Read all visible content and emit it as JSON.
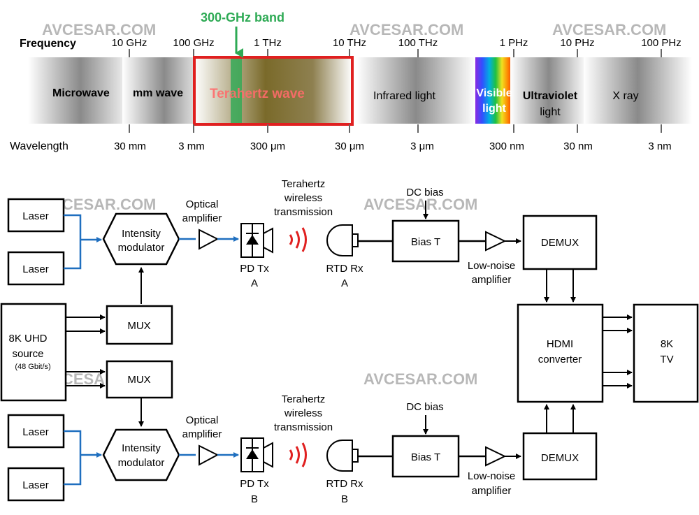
{
  "watermark": "AVCESAR.COM",
  "spectrum": {
    "frequency_label": "Frequency",
    "wavelength_label": "Wavelength",
    "frequency_ticks": [
      "10 GHz",
      "100 GHz",
      "1 THz",
      "10 THz",
      "100 THz",
      "1 PHz",
      "10 PHz",
      "100 PHz"
    ],
    "wavelength_ticks": [
      "30 mm",
      "3 mm",
      "300 μm",
      "30 μm",
      "3 μm",
      "300 nm",
      "30 nm",
      "3 nm"
    ],
    "bands": {
      "microwave": "Microwave",
      "mm_wave": "mm wave",
      "terahertz": "Terahertz wave",
      "infrared": "Infrared light",
      "visible": [
        "Visible",
        "light"
      ],
      "ultraviolet": [
        "Ultraviolet",
        "light"
      ],
      "xray": "X ray"
    },
    "highlight_label": "300-GHz band",
    "colors": {
      "highlight_frame": "#e02020",
      "band_300ghz": "#2eaa55",
      "terahertz_fill": "#7a6a2a"
    }
  },
  "system": {
    "laser": "Laser",
    "intensity_modulator": [
      "Intensity",
      "modulator"
    ],
    "optical_amplifier": [
      "Optical",
      "amplifier"
    ],
    "thz_transmission": [
      "Terahertz",
      "wireless",
      "transmission"
    ],
    "mux": "MUX",
    "source": [
      "8K UHD",
      "source",
      "(48 Gbit/s)"
    ],
    "dc_bias": "DC bias",
    "bias_t": "Bias T",
    "lna": [
      "Low-noise",
      "amplifier"
    ],
    "demux": "DEMUX",
    "hdmi": [
      "HDMI",
      "converter"
    ],
    "tv": [
      "8K",
      "TV"
    ],
    "chain_a": {
      "pd": [
        "PD Tx",
        "A"
      ],
      "rtd": [
        "RTD Rx",
        "A"
      ]
    },
    "chain_b": {
      "pd": [
        "PD Tx",
        "B"
      ],
      "rtd": [
        "RTD Rx",
        "B"
      ]
    },
    "colors": {
      "optical_link": "#1f6fbf",
      "wave": "#e02020"
    }
  }
}
